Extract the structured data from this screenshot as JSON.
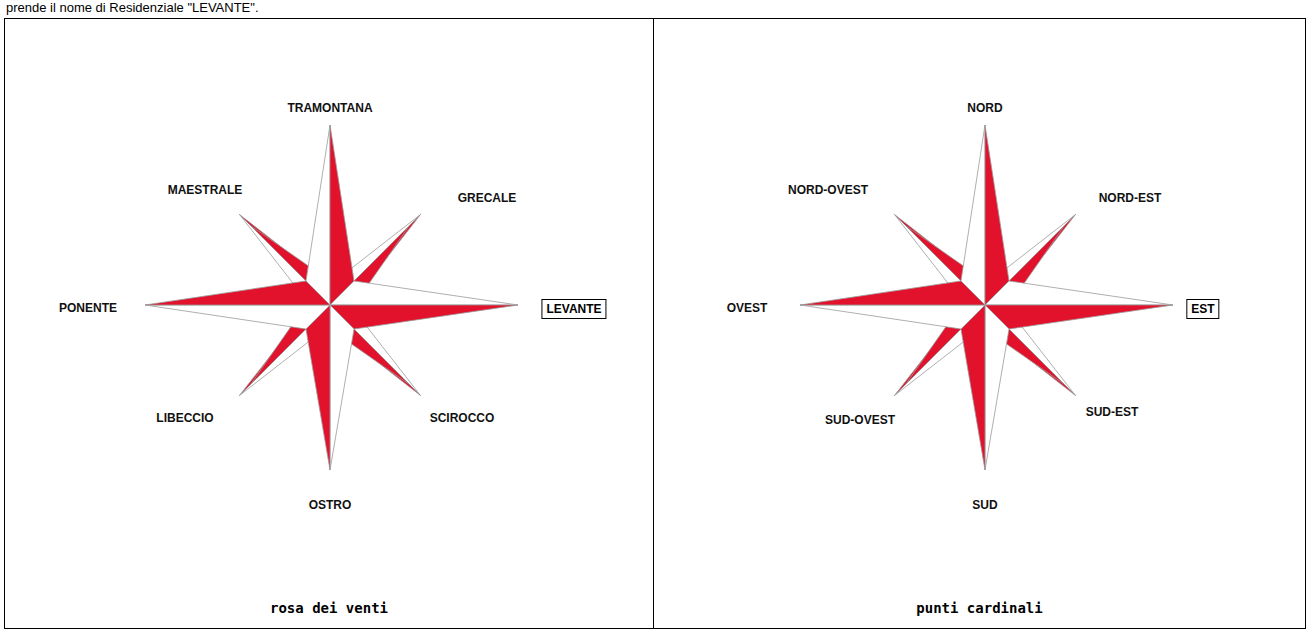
{
  "diagram": {
    "nodes": [
      {
        "text": [
          "rosa dei venti"
        ]
      },
      {
        "text": [
          "LEVANTE"
        ],
        "in": 0
      },
      {
        "text": [
          "punti cardinali"
        ]
      },
      {
        "text": [
          "EST"
        ],
        "in": 2
      }
    ],
    "labels": [
      "prende il nome di Residenziale \"LEVANTE\".",
      "TRAMONTANA",
      "MAESTRALE",
      "GRECALE",
      "PONENTE",
      "LIBECCIO",
      "SCIROCCO",
      "OSTRO",
      "NORD",
      "NORD-OVEST",
      "NORD-EST",
      "OVEST",
      "SUD-OVEST",
      "SUD-EST",
      "SUD"
    ]
  }
}
